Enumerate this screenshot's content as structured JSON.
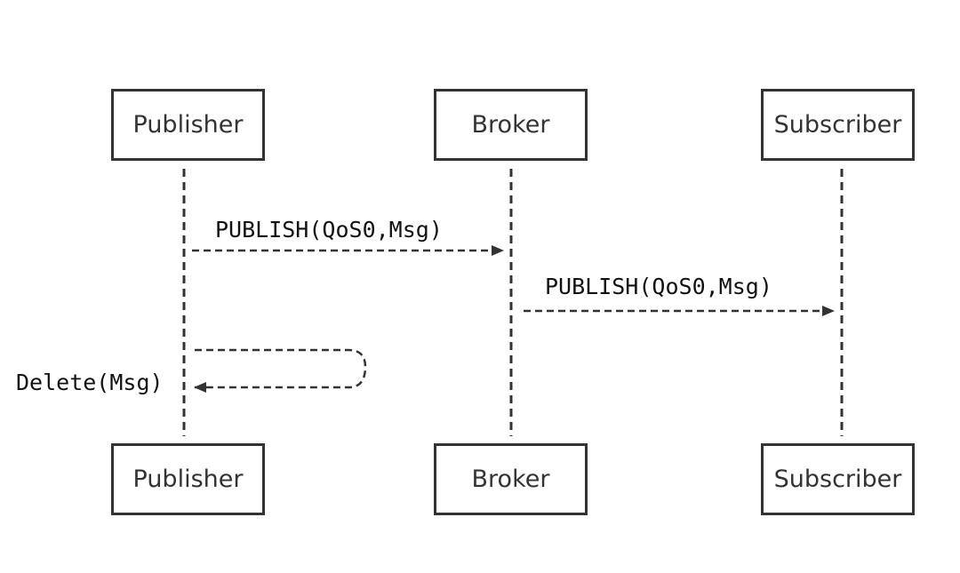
{
  "participants": {
    "publisher": "Publisher",
    "broker": "Broker",
    "subscriber": "Subscriber"
  },
  "messages": {
    "publisher_to_broker": "PUBLISH(QoS0,Msg)",
    "broker_to_subscriber": "PUBLISH(QoS0,Msg)",
    "publisher_self": "Delete(Msg)"
  },
  "colors": {
    "line": "#333333",
    "text": "#111111"
  }
}
